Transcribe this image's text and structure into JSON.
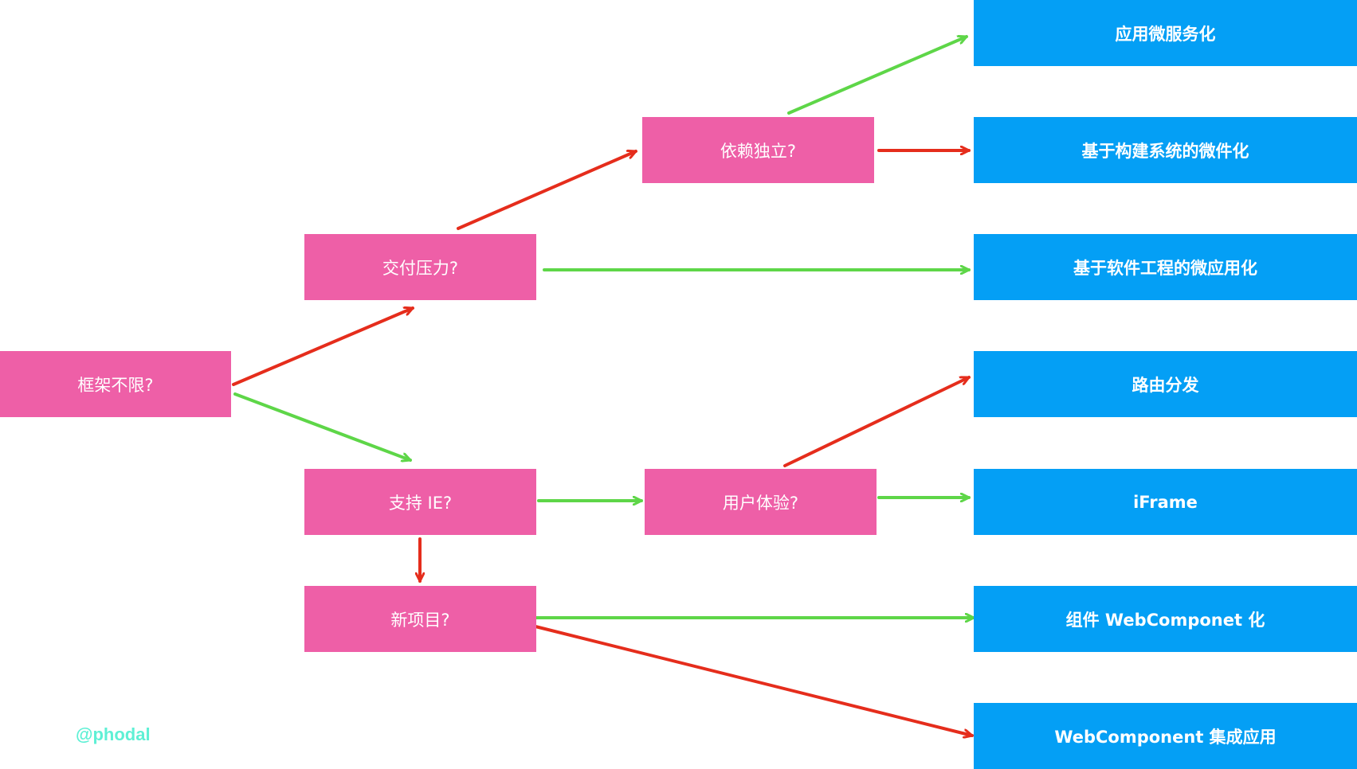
{
  "colors": {
    "decision": "#ee5fa7",
    "outcome": "#049ff5",
    "yes": "#5ed648",
    "no": "#e52d1c",
    "credit": "#5ef0d5"
  },
  "decisions": {
    "framework": "框架不限?",
    "delivery": "交付压力?",
    "dependency": "依赖独立?",
    "ie": "支持 IE?",
    "ux": "用户体验?",
    "new_project": "新项目?"
  },
  "outcomes": {
    "micro_service": "应用微服务化",
    "build_system": "基于构建系统的微件化",
    "software_eng": "基于软件工程的微应用化",
    "routing": "路由分发",
    "iframe": "iFrame",
    "web_component": "组件 WebComponet 化",
    "webcomponent_app": "WebComponent 集成应用"
  },
  "credit": "@phodal"
}
